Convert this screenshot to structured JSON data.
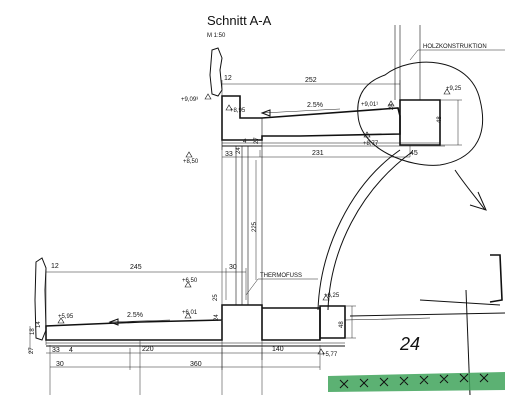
{
  "title": "Schnitt A-A",
  "scale": "M 1:50",
  "labels": {
    "holzkonstruktion": "HOLZKONSTRUKTION",
    "thermofuss": "THERMOFUSS"
  },
  "upper": {
    "dim_12": "12",
    "dim_252": "252",
    "elev_909": "+9,09³",
    "elev_895": "+8,95",
    "slope": "2.5%",
    "elev_901": "+9,01¹",
    "elev_925": "+9,25",
    "dim_48": "48",
    "dim_24": "24",
    "dim_27": "27",
    "elev_877": "+8,77",
    "elev_850": "+8,50",
    "dim_33": "33",
    "dim_4": "4",
    "dim_231": "231",
    "dim_45": "45",
    "dim_24b": "24",
    "dim_225": "225"
  },
  "lower": {
    "dim_12": "12",
    "dim_245": "245",
    "dim_30": "30",
    "elev_650": "+6,50",
    "dim_25": "25",
    "elev_625": "+6,25",
    "elev_595": "+5,95",
    "slope": "2.5%",
    "elev_601": "+6,01",
    "dim_24": "24",
    "dim_48": "48",
    "dim_18": "18",
    "dim_14": "14",
    "dim_27": "27",
    "dim_33": "33",
    "dim_4": "4",
    "dim_220": "220",
    "dim_140": "140",
    "elev_577": "+5,77",
    "dim_30b": "30",
    "dim_360": "360"
  },
  "sketch": {
    "note": "24"
  }
}
